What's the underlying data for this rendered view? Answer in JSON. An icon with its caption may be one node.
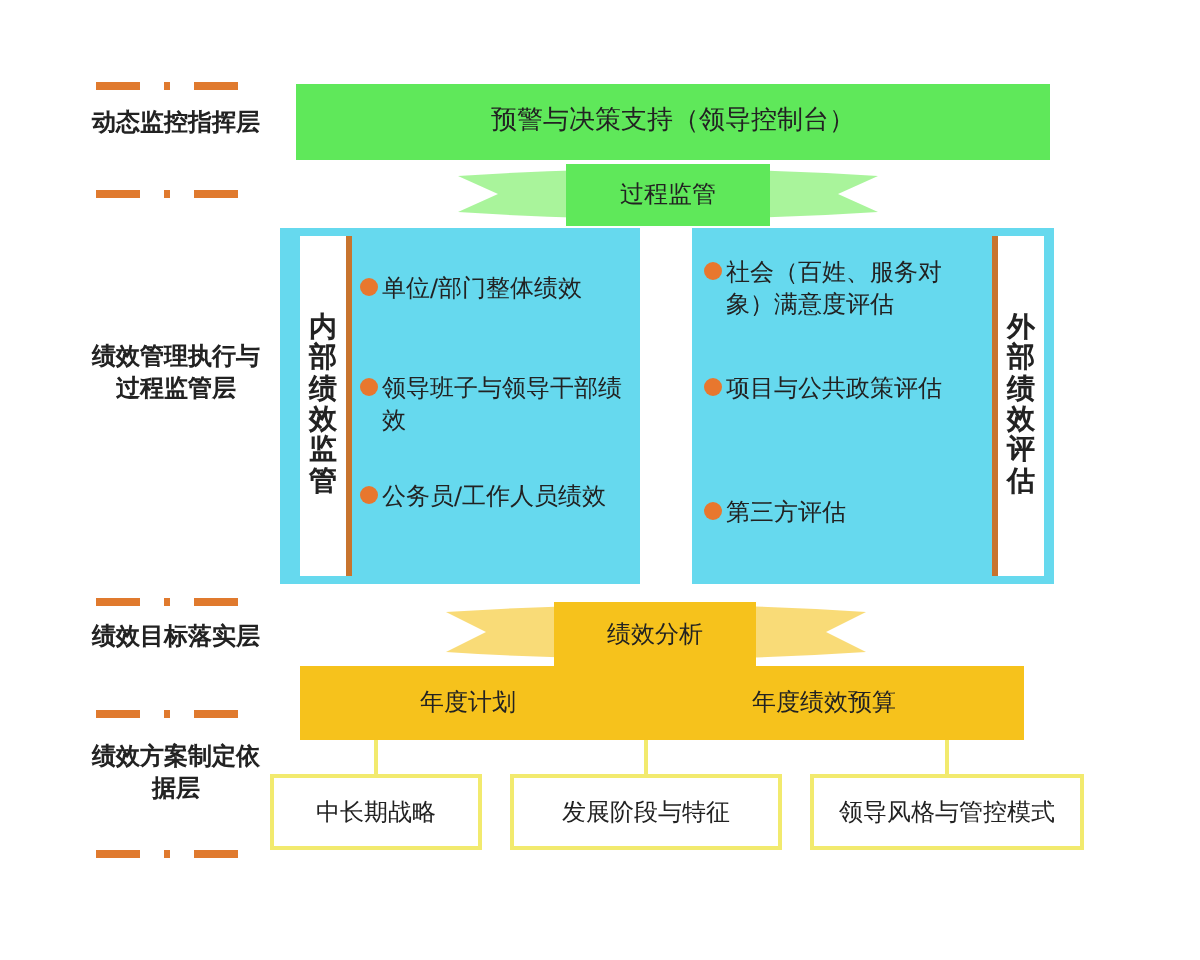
{
  "diagram": {
    "nodes": [
      {
        "text": [
          "预警与决策支持（领导控制台）"
        ]
      },
      {
        "text": [
          "过程监管"
        ]
      },
      {
        "text": [
          "单位/部门整体绩效",
          "领导班子与领导干部绩效",
          "公务员/工作人员绩效"
        ]
      },
      {
        "text": [
          "内部绩效监管"
        ],
        "in": 2
      },
      {
        "text": [
          "社会（百姓、服务对象）满意度评估",
          "项目与公共政策评估",
          "第三方评估"
        ]
      },
      {
        "text": [
          "外部绩效评估"
        ],
        "in": 4
      },
      {
        "text": [
          "绩效分析"
        ]
      },
      {
        "text": [
          "年度计划",
          "年度绩效预算"
        ]
      },
      {
        "text": [
          "中长期战略"
        ]
      },
      {
        "text": [
          "发展阶段与特征"
        ]
      },
      {
        "text": [
          "领导风格与管控模式"
        ]
      }
    ],
    "edges": [
      {
        "from": 8,
        "to": 7,
        "arrow": "none"
      },
      {
        "from": 9,
        "to": 7,
        "arrow": "none"
      },
      {
        "from": 10,
        "to": 7,
        "arrow": "none"
      }
    ],
    "labels": [
      "动态监控指挥层",
      "绩效管理执行与过程监管层",
      "绩效目标落实层",
      "绩效方案制定依据层"
    ]
  }
}
